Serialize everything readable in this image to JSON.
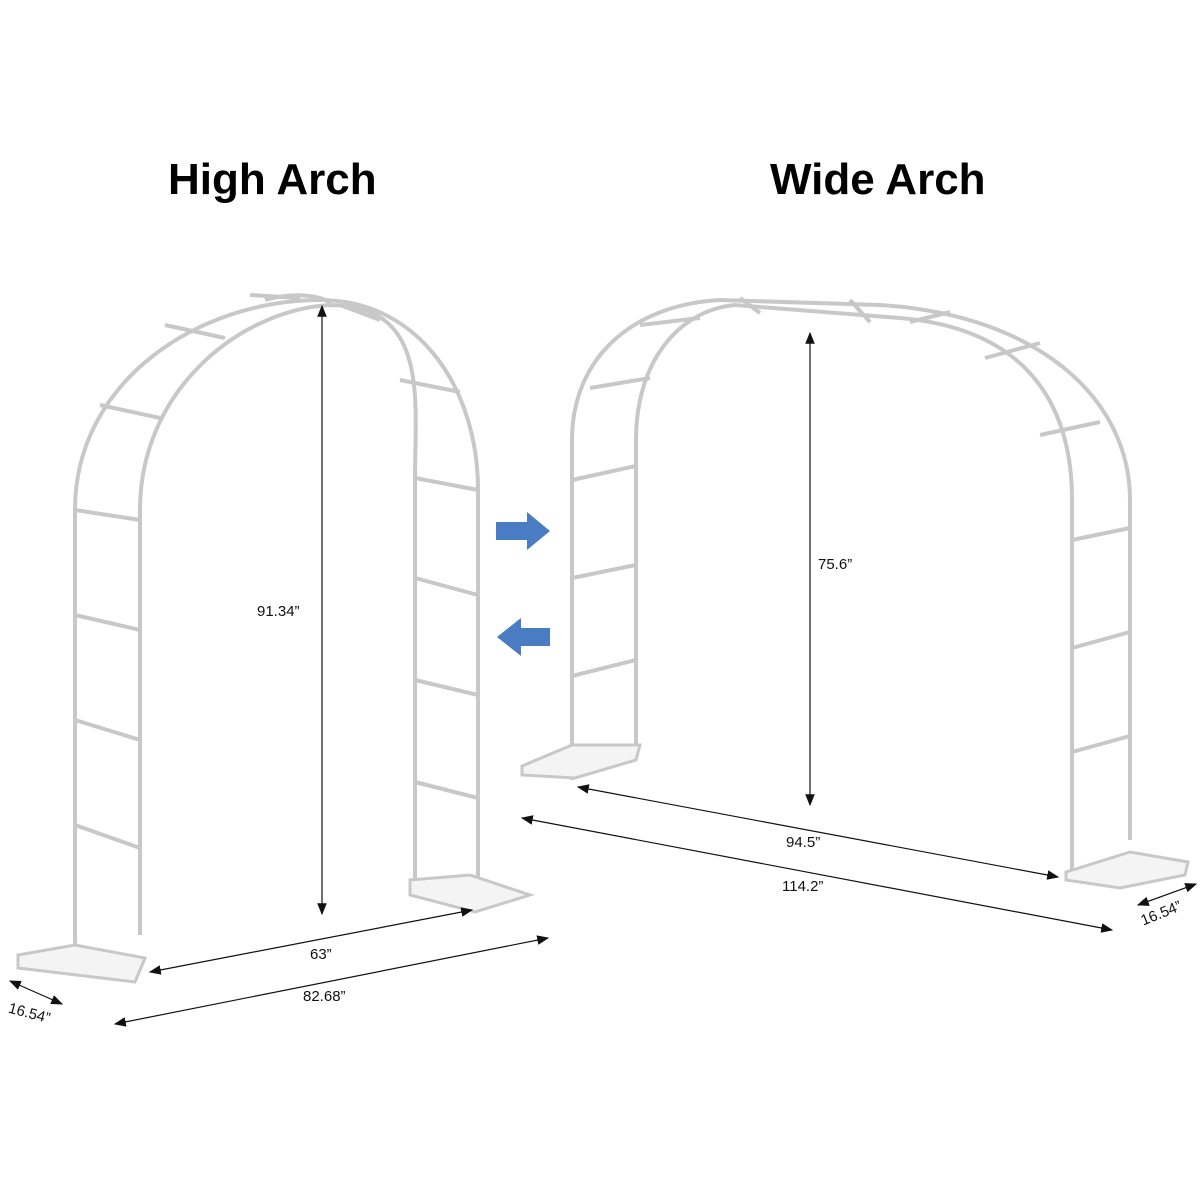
{
  "left_diagram": {
    "title": "High Arch",
    "height_label": "91.34”",
    "inner_width_label": "63”",
    "outer_width_label": "82.68”",
    "depth_label": "16.54”"
  },
  "right_diagram": {
    "title": "Wide Arch",
    "height_label": "75.6”",
    "inner_width_label": "94.5”",
    "outer_width_label": "114.2”",
    "depth_label": "16.54”"
  },
  "arrows": {
    "color": "#4a7cc4",
    "items": [
      {
        "direction": "right"
      },
      {
        "direction": "left"
      }
    ]
  },
  "colors": {
    "frame_stroke": "#c8c8c8",
    "frame_fill": "#f4f4f4",
    "dimension_line": "#111111"
  }
}
